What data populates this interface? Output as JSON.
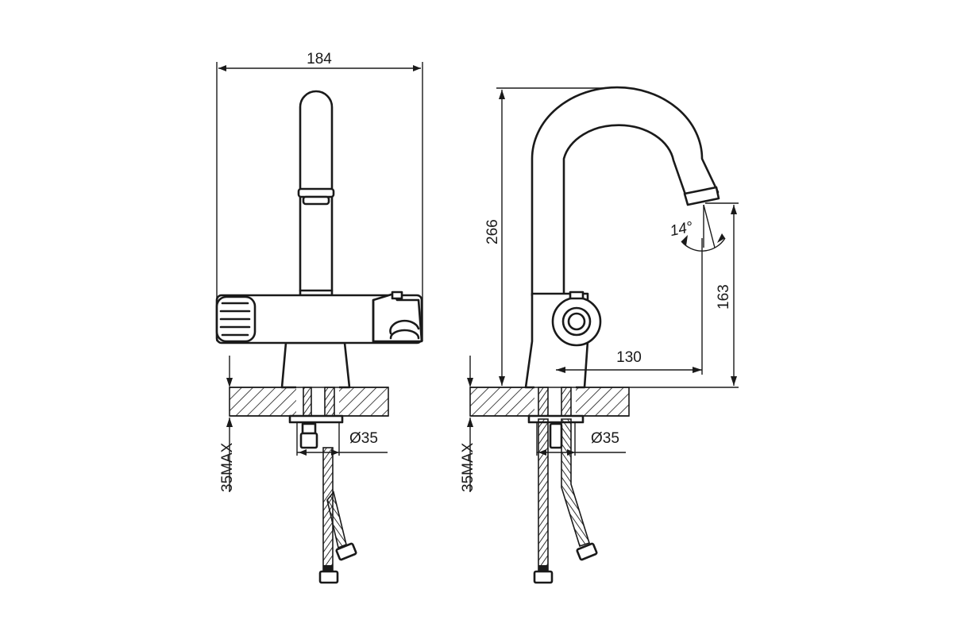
{
  "diagram": {
    "front_view": {
      "width_label": "184",
      "hole_label": "Ø35",
      "mount_label": "35MAX"
    },
    "side_view": {
      "height_label": "266",
      "spout_angle_label": "14°",
      "spout_height_label": "163",
      "reach_label": "130",
      "hole_label": "Ø35",
      "mount_label": "35MAX"
    }
  },
  "colors": {
    "line": "#1a1a1a",
    "background": "#ffffff"
  }
}
